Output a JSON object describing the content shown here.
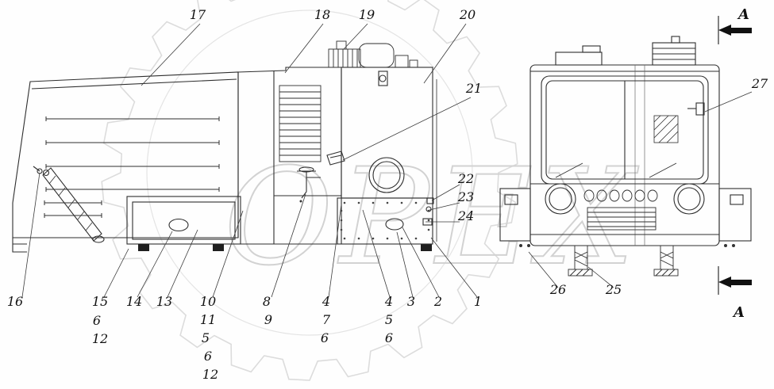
{
  "figure": {
    "watermark": "OPEX",
    "section_marker": "A"
  },
  "callouts": [
    "17",
    "18",
    "19",
    "20",
    "21",
    "22",
    "23",
    "24",
    "27",
    "16",
    "15",
    "6",
    "12",
    "14",
    "13",
    "10",
    "11",
    "5",
    "6",
    "12",
    "8",
    "9",
    "4",
    "7",
    "6",
    "4",
    "5",
    "6",
    "3",
    "2",
    "1",
    "26",
    "25"
  ]
}
